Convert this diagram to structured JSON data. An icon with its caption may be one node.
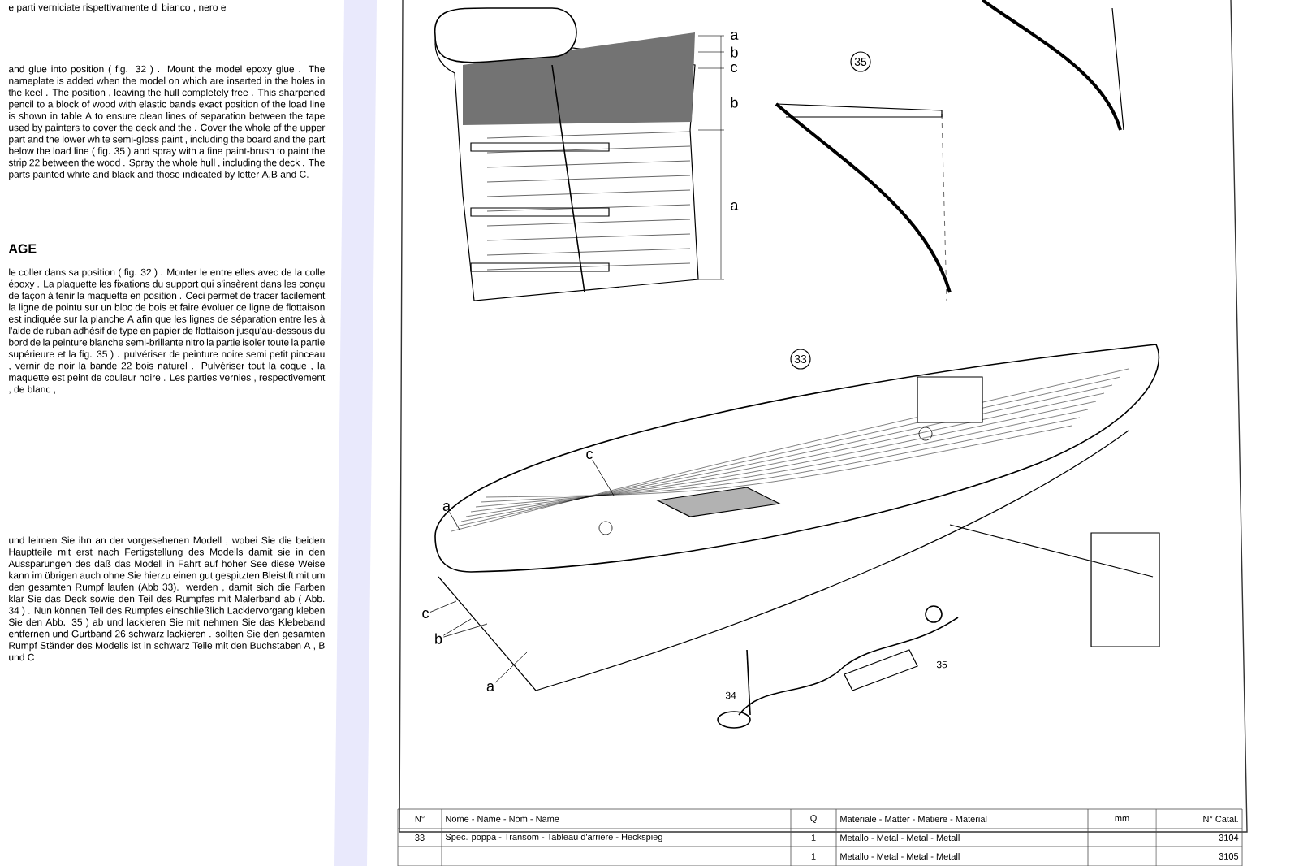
{
  "diagram": {
    "nodes": [
      {
        "text": [
          "35"
        ]
      },
      {
        "text": [
          "33"
        ]
      },
      {
        "text": [
          "c"
        ]
      },
      {
        "text": [
          "a"
        ]
      },
      {
        "text": [
          "c"
        ]
      },
      {
        "text": [
          "b"
        ]
      },
      {
        "text": [
          "a"
        ]
      }
    ],
    "edges": [
      {
        "from": 2,
        "to": null,
        "arrow": "none"
      },
      {
        "from": 3,
        "to": null,
        "arrow": "none"
      },
      {
        "from": 4,
        "to": null,
        "arrow": "none"
      },
      {
        "from": 5,
        "to": null,
        "arrow": "none"
      },
      {
        "from": 5,
        "to": null,
        "arrow": "none"
      },
      {
        "from": 6,
        "to": null,
        "arrow": "none"
      }
    ],
    "labels": [
      "e parti verniciate rispettivamente di bianco , nero e",
      "and glue into position ( fig. 32 ) . Mount the model epoxy glue . The nameplate is added when the model on which are inserted in the holes in the keel . The position , leaving the hull completely free . This sharpened pencil to a block of wood with elastic bands exact position of the load line is shown in table A to ensure clean lines of separation between the tape used by painters to cover the deck and the . Cover the whole of the upper part and the lower white semi-gloss paint , including the board and the part below the load line ( fig. 35 ) and spray with a fine paint-brush to paint the strip 22 between the wood . Spray the whole hull , including the deck . The parts painted white and black and those indicated by letter A,B and C.",
      "AGE",
      "le coller dans sa position ( fig. 32 ) . Monter le entre elles avec de la colle époxy . La plaquette les fixations du support qui s'insèrent dans les conçu de façon à tenir la maquette en position . Ceci permet de tracer facilement la ligne de pointu sur un bloc de bois et faire évoluer ce ligne de flottaison est indiquée sur la planche A afin que les lignes de séparation entre les à l'aide de ruban adhésif de type en papier de flottaison jusqu'au-dessous du bord de la peinture blanche semi-brillante nitro la partie isoler toute la partie supérieure et la fig. 35 ) . pulvériser de peinture noire semi petit pinceau , vernir de noir la bande 22 bois naturel . Pulvériser tout la coque , la maquette est peint de couleur noire . Les parties vernies , respectivement , de blanc ,",
      "und leimen Sie ihn an der vorgesehenen Modell , wobei Sie die beiden Hauptteile mit erst nach Fertigstellung des Modells damit sie in den Aussparungen des daß das Modell in Fahrt auf hoher See diese Weise kann im übrigen auch ohne Sie hierzu einen gut gespitzten Bleistift mit um den gesamten Rumpf laufen (Abb 33). werden , damit sich die Farben klar Sie das Deck sowie den Teil des Rumpfes mit Malerband ab ( Abb. 34 ) . Nun können Teil des Rumpfes einschließlich Lackiervorgang kleben Sie den Abb. 35 ) ab und lackieren Sie mit nehmen Sie das Klebeband entfernen und Gurtband 26 schwarz lackieren . sollten Sie den gesamten Rumpf Ständer des Modells ist in schwarz Teile mit den Buchstaben A , B und C",
      "a",
      "b",
      "c",
      "b",
      "a",
      "34",
      "35",
      "N°",
      "Nome - Name - Nom - Name",
      "Q",
      "Materiale - Matter - Matiere - Material",
      "mm",
      "N° Catal.",
      "33",
      "Spec. poppa - Transom - Tableau d'arriere - Heckspieg",
      "1",
      "Metallo - Metal - Metal - Metall",
      "3104",
      "1",
      "Metallo - Metal - Metal - Metall",
      "3105"
    ]
  }
}
